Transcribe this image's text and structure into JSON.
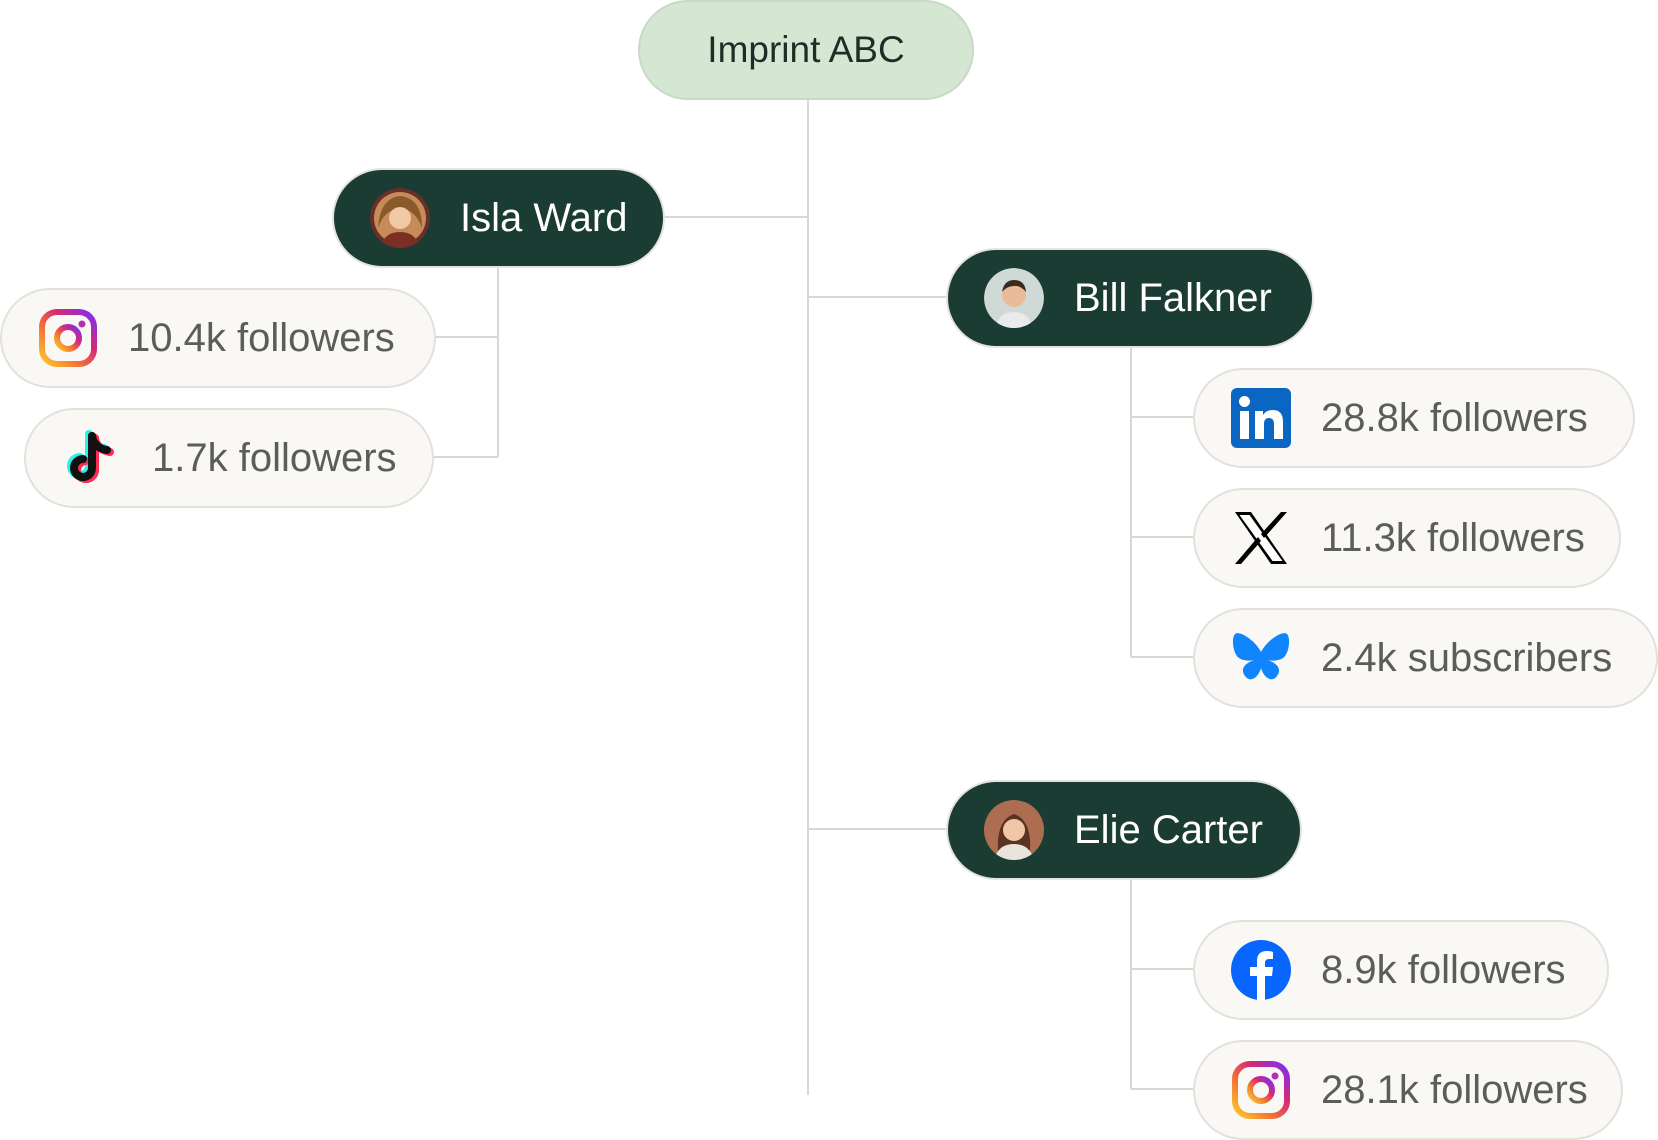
{
  "root": {
    "label": "Imprint ABC"
  },
  "people": [
    {
      "name": "Isla Ward",
      "avatar": "avatar-photo",
      "accounts": [
        {
          "platform": "instagram-icon",
          "stat": "10.4k followers"
        },
        {
          "platform": "tiktok-icon",
          "stat": "1.7k followers"
        }
      ]
    },
    {
      "name": "Bill Falkner",
      "avatar": "avatar-photo",
      "accounts": [
        {
          "platform": "linkedin-icon",
          "stat": "28.8k followers"
        },
        {
          "platform": "x-icon",
          "stat": "11.3k followers"
        },
        {
          "platform": "bluesky-icon",
          "stat": "2.4k subscribers"
        }
      ]
    },
    {
      "name": "Elie Carter",
      "avatar": "avatar-photo",
      "accounts": [
        {
          "platform": "facebook-icon",
          "stat": "8.9k followers"
        },
        {
          "platform": "instagram-icon",
          "stat": "28.1k followers"
        }
      ]
    }
  ],
  "colors": {
    "root_fill": "#d5e6d3",
    "person_fill": "#1b3c32",
    "stat_fill": "#f9f8f5",
    "connector": "#d9d9d4"
  }
}
